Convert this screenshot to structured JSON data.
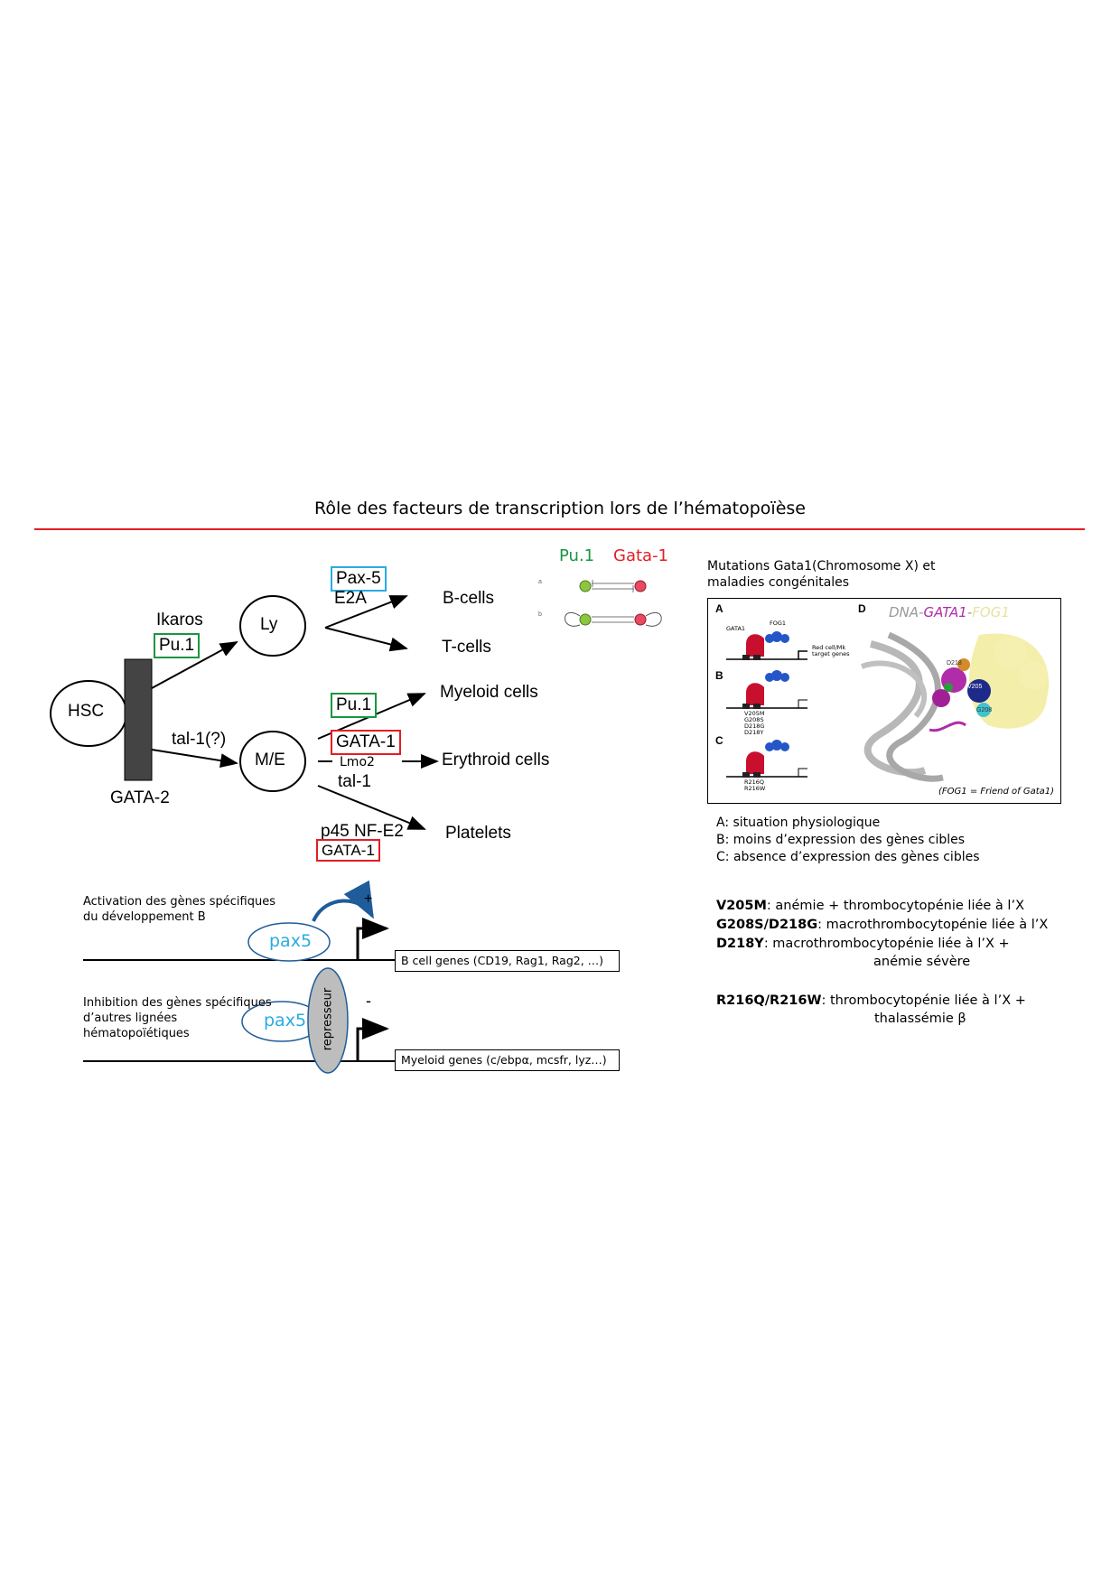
{
  "title": "Rôle des facteurs de transcription lors de l’hématopoïèse",
  "colors": {
    "rule": "#e31e24",
    "green": "#1a9641",
    "red": "#e31e24",
    "blue": "#29abe2",
    "darkblue": "#1f5c99"
  },
  "diagram": {
    "hsc": "HSC",
    "ly": "Ly",
    "me": "M/E",
    "gata2": "GATA-2",
    "ikaros": "Ikaros",
    "pu1_ly": "Pu.1",
    "tal1q": "tal-1(?)",
    "pax5": "Pax-5",
    "e2a": "E2A",
    "bcells": "B-cells",
    "tcells": "T-cells",
    "pu1_my": "Pu.1",
    "myeloid": "Myeloid cells",
    "gata1_ery": "GATA-1",
    "lmo2": "Lmo2",
    "tal1": "tal-1",
    "erythroid": "Erythroid cells",
    "p45": "p45 NF-E2",
    "gata1_plt": "GATA-1",
    "platelets": "Platelets"
  },
  "toggle": {
    "pu1": "Pu.1",
    "gata1": "Gata-1",
    "a": "a",
    "b": "b"
  },
  "pax5_section": {
    "activation_line1": "Activation des gènes spécifiques",
    "activation_line2": "du développement B",
    "pax5_a": "pax5",
    "plus": "+",
    "bcell_genes": "B cell genes (CD19, Rag1, Rag2, …)",
    "inhibition_line1": "Inhibition des gènes spécifiques",
    "inhibition_line2": "d’autres lignées",
    "inhibition_line3": "hématopoïétiques",
    "pax5_b": "pax5",
    "repressor": "represseur",
    "minus": "-",
    "myeloid_genes": "Myeloid genes (c/ebpα, mcsfr, lyz…)"
  },
  "mutations": {
    "heading": "Mutations Gata1(Chromosome X) et maladies congénitales",
    "panel": {
      "A": "A",
      "B": "B",
      "C": "C",
      "D": "D",
      "gata1": "GATA1",
      "fog1": "FOG1",
      "target": "Red cell/Mk\ntarget genes",
      "b_list": "V205M\nG208S\nD218G\nD218Y",
      "c_list": "R216Q\nR216W",
      "d_dna": "DNA-",
      "d_gata1": "GATA1",
      "d_dash": "-",
      "d_fog1": "FOG1",
      "v205": "V205",
      "g208": "G208",
      "d218": "D218",
      "caption": "(FOG1 = Friend of Gata1)"
    },
    "legend": [
      "A: situation physiologique",
      "B: moins d’expression des gènes cibles",
      "C: absence d’expression des gènes cibles"
    ],
    "list": [
      {
        "code": "V205M",
        "text": ": anémie + thrombocytopénie liée à l’X"
      },
      {
        "code": "G208S/D218G",
        "text": ": macrothrombocytopénie liée à l’X"
      },
      {
        "code": "D218Y",
        "text": ": macrothrombocytopénie liée à l’X +"
      },
      {
        "code": "",
        "text": "anémie sévère"
      },
      {
        "code": "R216Q/R216W",
        "text": ": thrombocytopénie liée à l’X +"
      },
      {
        "code": "",
        "text": "thalassémie β"
      }
    ]
  }
}
